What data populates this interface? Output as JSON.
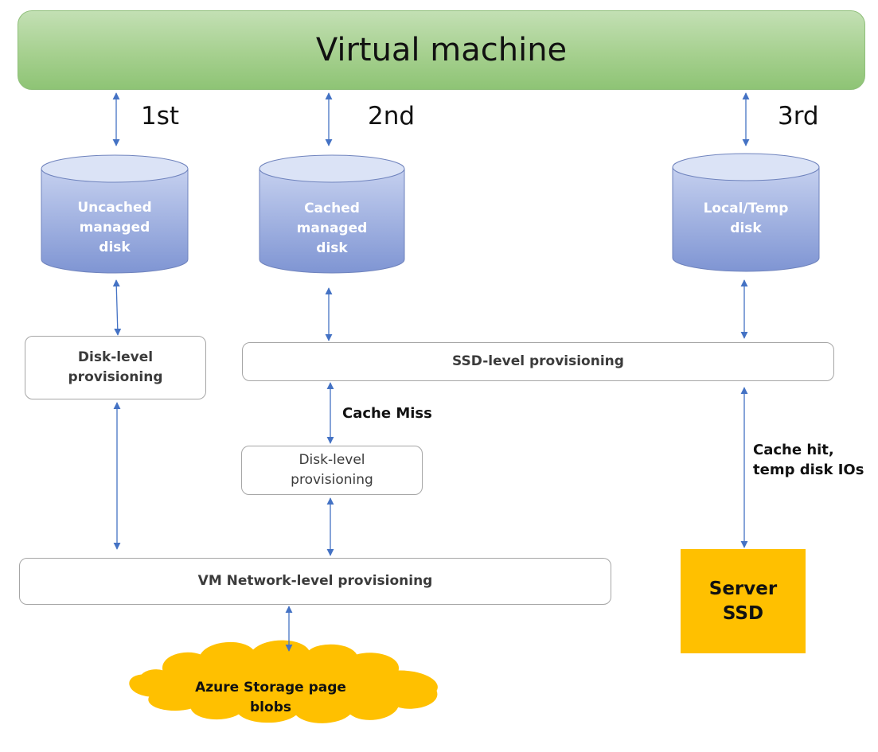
{
  "vm": {
    "title": "Virtual machine"
  },
  "order_labels": {
    "first": "1st",
    "second": "2nd",
    "third": "3rd"
  },
  "disks": {
    "uncached": {
      "lines": [
        "Uncached",
        "managed",
        "disk"
      ]
    },
    "cached": {
      "lines": [
        "Cached",
        "managed",
        "disk"
      ]
    },
    "local": {
      "lines": [
        "Local/Temp",
        "disk"
      ]
    }
  },
  "provisioning": {
    "disk_level_left": {
      "lines": [
        "Disk-level",
        "provisioning"
      ]
    },
    "ssd_level": {
      "label": "SSD-level provisioning"
    },
    "disk_level_mid": {
      "lines": [
        "Disk-level",
        "provisioning"
      ]
    },
    "vm_network": {
      "label": "VM Network-level provisioning"
    }
  },
  "notes": {
    "cache_miss": "Cache Miss",
    "cache_hit": [
      "Cache hit,",
      "temp disk IOs"
    ]
  },
  "server_ssd": {
    "lines": [
      "Server",
      "SSD"
    ]
  },
  "storage": {
    "lines": [
      "Azure Storage page",
      "blobs"
    ]
  },
  "colors": {
    "vm_green": "#a6d08f",
    "disk_top": "#dbe3f6",
    "disk_body": "#8ea3d9",
    "arrow_blue": "#4472c4",
    "ssd_yellow": "#ffc000",
    "cloud_yellow": "#ffc000"
  }
}
